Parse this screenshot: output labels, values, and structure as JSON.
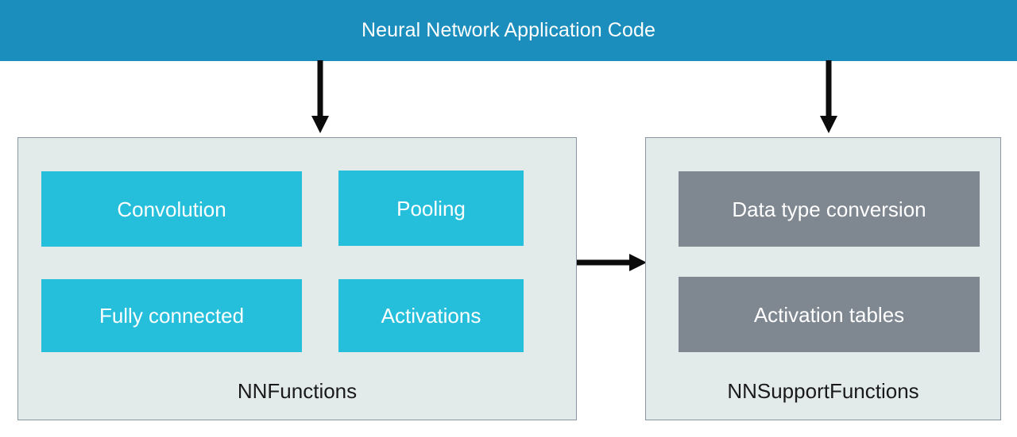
{
  "banner": {
    "title": "Neural Network Application Code",
    "background_color": "#1b8ebd",
    "text_color": "#ffffff"
  },
  "groups": [
    {
      "id": "nnfunctions",
      "label": "NNFunctions",
      "background_color": "#e3eaea",
      "border_color": "#8a97a3",
      "block_color": "#26bfdb",
      "blocks": [
        {
          "id": "convolution",
          "label": "Convolution"
        },
        {
          "id": "pooling",
          "label": "Pooling"
        },
        {
          "id": "fully-connected",
          "label": "Fully  connected"
        },
        {
          "id": "activations",
          "label": "Activations"
        }
      ]
    },
    {
      "id": "nnsupportfunctions",
      "label": "NNSupportFunctions",
      "background_color": "#e3eaea",
      "border_color": "#8a97a3",
      "block_color": "#7f8791",
      "blocks": [
        {
          "id": "data-type-conversion",
          "label": "Data type conversion"
        },
        {
          "id": "activation-tables",
          "label": "Activation tables"
        }
      ]
    }
  ],
  "arrows": [
    {
      "id": "app-to-nnfunctions",
      "name": "arrow-down-icon",
      "from": "Neural Network Application Code",
      "to": "NNFunctions",
      "direction": "down",
      "color": "#0b0b0b"
    },
    {
      "id": "app-to-nnsupportfunctions",
      "name": "arrow-down-icon",
      "from": "Neural Network Application Code",
      "to": "NNSupportFunctions",
      "direction": "down",
      "color": "#0b0b0b"
    },
    {
      "id": "nnfunctions-to-nnsupportfunctions",
      "name": "arrow-right-icon",
      "from": "NNFunctions",
      "to": "NNSupportFunctions",
      "direction": "right",
      "color": "#0b0b0b"
    }
  ]
}
